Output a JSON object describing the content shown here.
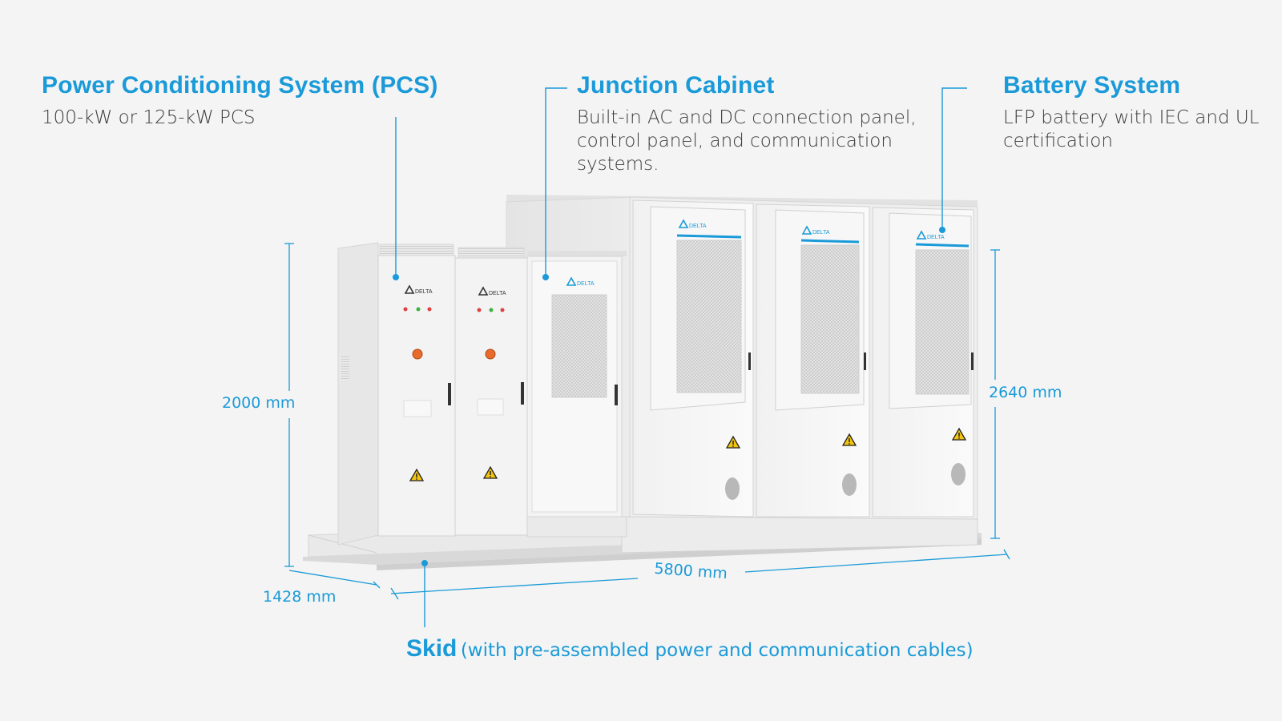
{
  "callouts": {
    "pcs": {
      "title": "Power Conditioning System (PCS)",
      "description": "100-kW or 125-kW PCS"
    },
    "junction": {
      "title": "Junction Cabinet",
      "description": "Built-in AC and DC connection panel, control panel, and communication systems."
    },
    "battery": {
      "title": "Battery System",
      "description": "LFP battery with IEC and UL certification"
    },
    "skid": {
      "title": "Skid",
      "description": "(with pre-assembled power and communication cables)"
    }
  },
  "dimensions": {
    "height_pcs": "2000 mm",
    "height_battery": "2640 mm",
    "depth": "1428 mm",
    "length": "5800 mm"
  },
  "branding": {
    "logo_text": "DELTA"
  },
  "colors": {
    "accent": "#1a9ad8",
    "text": "#3a3a3a",
    "background": "#f4f4f4"
  },
  "icons": [
    "warning-icon",
    "delta-logo-icon",
    "emergency-stop-button",
    "status-light"
  ]
}
